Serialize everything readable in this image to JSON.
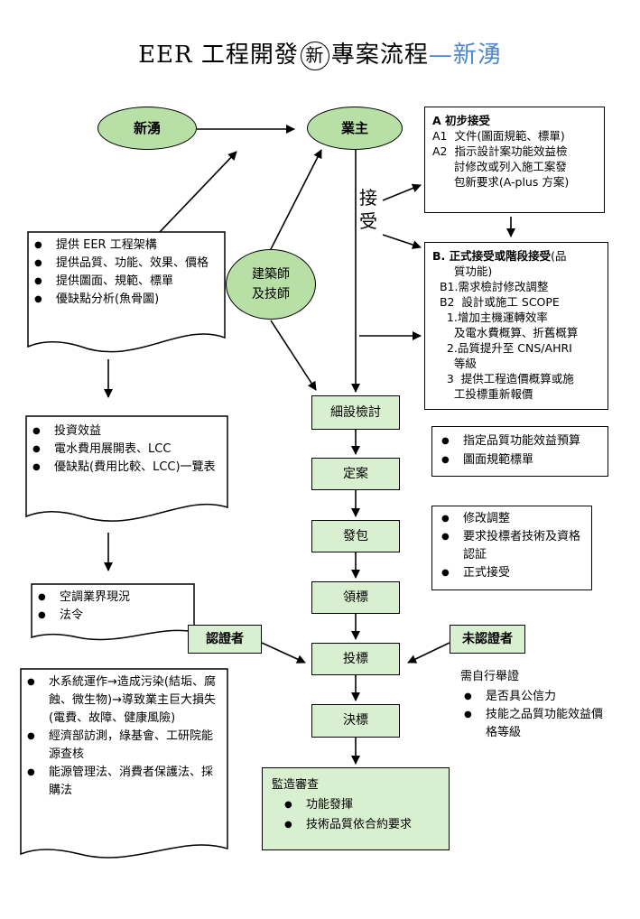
{
  "title": {
    "prefix": "EER 工程開發",
    "circled": "新",
    "main": "專案流程",
    "dash": "—",
    "accent": "新湧"
  },
  "nodes": {
    "xinyong": "新湧",
    "owner": "業主",
    "architect": "建築師\n及技師",
    "accept_label": "接\n受",
    "detailed_review": "細設檢討",
    "finalize": "定案",
    "contract": "發包",
    "tender_collect": "領標",
    "bid": "投標",
    "award": "決標",
    "certified": "認證者",
    "uncertified": "未認證者"
  },
  "box_a": {
    "title": "A  初步接受",
    "lines": [
      "A1  文件(圖面規範、標單)",
      "A2  指示設計案功能效益檢",
      "      討修改或列入施工案發",
      "      包新要求(A-plus 方案)"
    ]
  },
  "box_b": {
    "title": "B.  正式接受或階段接受",
    "title_tail": "(品",
    "lines": [
      "      質功能)",
      "  B1.需求檢討修改調整",
      "  B2  設計或施工 SCOPE",
      "    1.增加主機運轉效率",
      "      及電水費概算、折舊概算",
      "    2.品質提升至 CNS/AHRI",
      "      等級",
      "    3  提供工程造價概算或施",
      "      工投標重新報價"
    ]
  },
  "doc1": [
    "提供 EER 工程架構",
    "提供品質、功能、效果、價格",
    "提供圖面、規範、標單",
    "優缺點分析(魚骨圖)"
  ],
  "doc2": [
    "投資效益",
    "電水費用展開表、LCC",
    "優缺點(費用比較、LCC)一覽表"
  ],
  "doc3": [
    "空調業界現況",
    "法令"
  ],
  "doc4": [
    "水系統運作→造成污染(結垢、腐蝕、微生物)→導致業主巨大損失(電費、故障、健康風險)",
    "經濟部訪測，綠基會、工研院能源查核",
    "能源管理法、消費者保護法、採購法"
  ],
  "box_budget": [
    "指定品質功能效益預算",
    "圖面規範標單"
  ],
  "box_modify": [
    "修改調整",
    "要求投標者技術及資格認証",
    "正式接受"
  ],
  "uncert_note": {
    "heading": "需自行舉證",
    "items": [
      "是否具公信力",
      "技能之品質功能效益價格等級"
    ]
  },
  "supervision": {
    "heading": "監造審查",
    "items": [
      "功能發揮",
      "技術品質依合約要求"
    ]
  },
  "colors": {
    "node_fill": "#d8f0cf",
    "ellipse_fill": "#b8e0a6",
    "accent": "#4f86c6"
  }
}
